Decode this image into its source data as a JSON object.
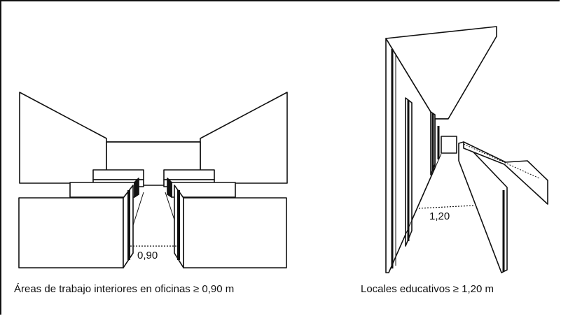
{
  "left_figure": {
    "dimension_label": "0,90",
    "caption": "Áreas de trabajo interiores en oficinas ≥ 0,90 m"
  },
  "right_figure": {
    "dimension_label": "1,20",
    "caption": "Locales educativos ≥ 1,20 m"
  }
}
